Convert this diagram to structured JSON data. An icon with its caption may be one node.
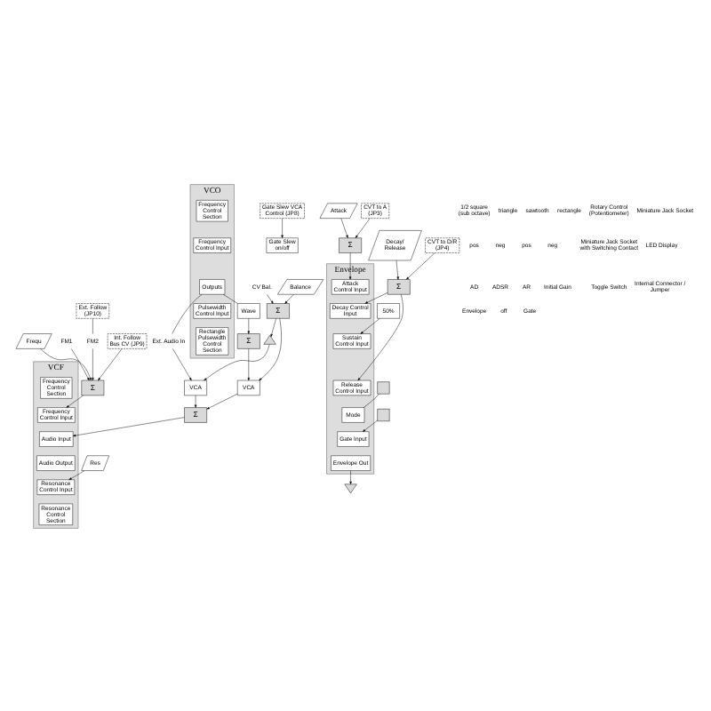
{
  "diagram": {
    "nodes": [
      {
        "text": [
          "VCO"
        ]
      },
      {
        "text": [
          "Frequency Control Section"
        ],
        "in": 0
      },
      {
        "text": [
          "Frequency Control Input"
        ],
        "in": 0
      },
      {
        "text": [
          "Outputs"
        ],
        "in": 0
      },
      {
        "text": [
          "Pulsewidth Control Input"
        ],
        "in": 0
      },
      {
        "text": [
          "Rectangle Pulsewidth Control Section"
        ],
        "in": 0
      },
      {
        "text": [
          "Balance"
        ]
      },
      {
        "text": [
          "CV Bal."
        ]
      },
      {
        "text": [
          "Σ"
        ]
      },
      {
        "text": [],
        "shape": "triangle"
      },
      {
        "text": [
          "Ext. Audio In"
        ]
      },
      {
        "text": [
          "Wave"
        ]
      },
      {
        "text": [
          "Σ"
        ]
      },
      {
        "text": [
          "VCA"
        ]
      },
      {
        "text": [
          "VCA"
        ]
      },
      {
        "text": [
          "Σ"
        ]
      },
      {
        "text": [
          "Frequ"
        ]
      },
      {
        "text": [
          "FM1"
        ]
      },
      {
        "text": [
          "FM2"
        ]
      },
      {
        "text": [
          "Ext. Follow (JP10)"
        ]
      },
      {
        "text": [
          "Int. Follow Bus CV (JP9)"
        ]
      },
      {
        "text": [
          "Σ"
        ]
      },
      {
        "text": [
          "VCF"
        ]
      },
      {
        "text": [
          "Frequency Control Section"
        ],
        "in": 22
      },
      {
        "text": [
          "Frequency Control Input"
        ],
        "in": 22
      },
      {
        "text": [
          "Audio Input"
        ],
        "in": 22
      },
      {
        "text": [
          "Audio Output"
        ],
        "in": 22
      },
      {
        "text": [
          "Resonance Control Input"
        ],
        "in": 22
      },
      {
        "text": [
          "Resonance Control Section"
        ],
        "in": 22
      },
      {
        "text": [
          "Res"
        ]
      },
      {
        "text": [
          "Gate Slew on/off"
        ]
      },
      {
        "text": [
          "Gate Slew VCA Control (JP8)"
        ]
      },
      {
        "text": [
          "Attack"
        ]
      },
      {
        "text": [
          "Σ"
        ]
      },
      {
        "text": [
          "CVT to A (JP3)"
        ]
      },
      {
        "text": [
          "Envelope"
        ]
      },
      {
        "text": [
          "Attack Control Input"
        ],
        "in": 35
      },
      {
        "text": [
          "Decay Control Input"
        ],
        "in": 35
      },
      {
        "text": [
          "Sustain Control Input"
        ],
        "in": 35
      },
      {
        "text": [
          "Release Control Input"
        ],
        "in": 35
      },
      {
        "text": [
          "Mode"
        ],
        "in": 35
      },
      {
        "text": [
          "Gate Input"
        ],
        "in": 35
      },
      {
        "text": [
          "Envelope Out"
        ],
        "in": 35
      },
      {
        "text": [
          "Decay/ Release"
        ]
      },
      {
        "text": [
          "50%"
        ]
      },
      {
        "text": [
          "Σ"
        ]
      },
      {
        "text": [
          "CVT to D/R (JP4)"
        ]
      },
      {
        "text": [],
        "shape": "box"
      },
      {
        "text": [],
        "shape": "box"
      },
      {
        "text": [],
        "shape": "diode"
      }
    ],
    "edges": [
      {
        "from": 6,
        "to": 8,
        "arrow": "to"
      },
      {
        "from": 7,
        "to": 8,
        "arrow": "to"
      },
      {
        "from": 8,
        "to": 9,
        "arrow": "to"
      },
      {
        "from": 3,
        "to": 10,
        "arrow": "none"
      },
      {
        "from": 3,
        "to": 11,
        "arrow": "none"
      },
      {
        "from": 11,
        "to": 12,
        "arrow": "to"
      },
      {
        "from": 12,
        "to": 13,
        "arrow": "to"
      },
      {
        "from": 8,
        "to": 13,
        "arrow": "to"
      },
      {
        "from": 10,
        "to": 14,
        "arrow": "to"
      },
      {
        "from": 9,
        "to": 14,
        "arrow": "to"
      },
      {
        "from": 13,
        "to": 15,
        "arrow": "to"
      },
      {
        "from": 14,
        "to": 15,
        "arrow": "to"
      },
      {
        "from": 15,
        "to": 25,
        "arrow": "to"
      },
      {
        "from": 16,
        "to": 21,
        "arrow": "to"
      },
      {
        "from": 17,
        "to": 21,
        "arrow": "to"
      },
      {
        "from": 18,
        "to": 21,
        "arrow": "to"
      },
      {
        "from": 19,
        "to": 18,
        "arrow": "none"
      },
      {
        "from": 20,
        "to": 21,
        "arrow": "to"
      },
      {
        "from": 21,
        "to": 24,
        "arrow": "to"
      },
      {
        "from": 29,
        "to": 27,
        "arrow": "to"
      },
      {
        "from": 31,
        "to": 30,
        "arrow": "to"
      },
      {
        "from": 32,
        "to": 33,
        "arrow": "to"
      },
      {
        "from": 34,
        "to": 33,
        "arrow": "to"
      },
      {
        "from": 33,
        "to": 36,
        "arrow": "to"
      },
      {
        "from": 43,
        "to": 45,
        "arrow": "to"
      },
      {
        "from": 46,
        "to": 45,
        "arrow": "to"
      },
      {
        "from": 45,
        "to": 37,
        "arrow": "to"
      },
      {
        "from": 45,
        "to": 39,
        "arrow": "to"
      },
      {
        "from": 44,
        "to": 38,
        "arrow": "to"
      },
      {
        "from": 47,
        "to": 40,
        "arrow": "none"
      },
      {
        "from": 48,
        "to": 41,
        "arrow": "to"
      },
      {
        "from": 42,
        "to": 49,
        "arrow": "to"
      }
    ],
    "labels": [
      "1/2 square (sub octave)",
      "triangle",
      "sawtooth",
      "rectangle",
      "pos",
      "neg",
      "pos",
      "neg",
      "AD",
      "ADSR",
      "AR",
      "Initial Gain",
      "Envelope",
      "off",
      "Gate"
    ],
    "legend": [
      {
        "text": "Rotary Control (Potentiometer)"
      },
      {
        "text": "Miniature Jack Socket"
      },
      {
        "text": "Miniature Jack Socket with Switching Contact"
      },
      {
        "text": "LED Display"
      },
      {
        "text": "Toggle Switch"
      },
      {
        "text": "Internal Connector / Jumper"
      }
    ]
  }
}
